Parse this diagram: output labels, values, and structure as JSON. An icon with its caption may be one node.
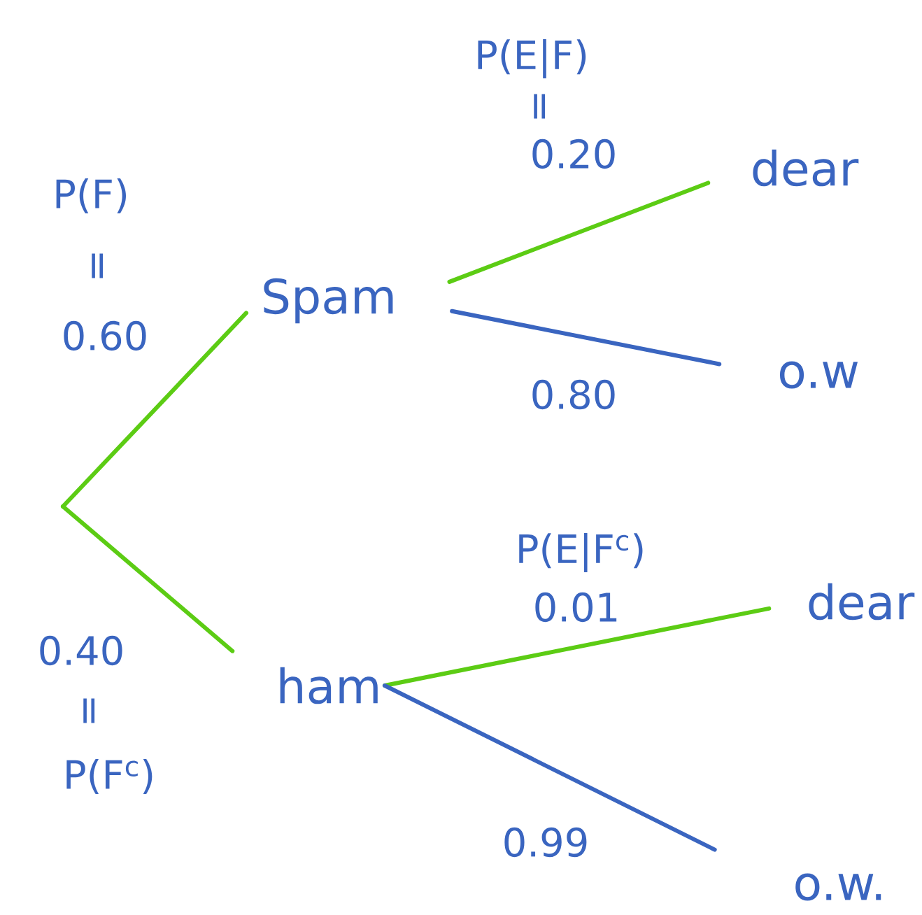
{
  "diagram": {
    "nodes": [
      {
        "text": [
          "Spam"
        ]
      },
      {
        "text": [
          "ham"
        ]
      },
      {
        "text": [
          "dear"
        ]
      },
      {
        "text": [
          "o.w"
        ]
      },
      {
        "text": [
          "dear"
        ]
      },
      {
        "text": [
          "o.w."
        ]
      }
    ],
    "edges": [
      {
        "from": null,
        "to": 0,
        "arrow": "none",
        "label": "0.60"
      },
      {
        "from": null,
        "to": 1,
        "arrow": "none",
        "label": "0.40"
      },
      {
        "from": 0,
        "to": 2,
        "arrow": "none",
        "label": "0.20"
      },
      {
        "from": 0,
        "to": 3,
        "arrow": "none",
        "label": "0.80",
        "color": "#3a65c0"
      },
      {
        "from": 1,
        "to": 4,
        "arrow": "none",
        "label": "0.01"
      },
      {
        "from": 1,
        "to": 5,
        "arrow": "none",
        "label": "0.99",
        "color": "#3a65c0"
      }
    ],
    "labels": [
      "P(E|F)",
      "=",
      "P(F)",
      "=",
      "P(E|F$^{c}$)",
      "=",
      "P(F$^{c}$)"
    ]
  }
}
